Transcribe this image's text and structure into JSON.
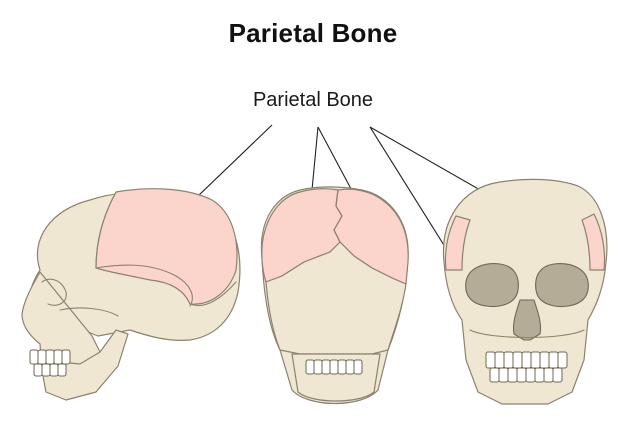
{
  "header": {
    "title": "Parietal Bone"
  },
  "diagram": {
    "label": "Parietal Bone",
    "views": [
      {
        "id": "lateral",
        "name": "skull-lateral-view"
      },
      {
        "id": "posterior",
        "name": "skull-posterior-view"
      },
      {
        "id": "anterior",
        "name": "skull-anterior-view"
      }
    ],
    "colors": {
      "bone": "#efe7d2",
      "parietal_highlight": "#fbd5cc",
      "outline": "#8b8270",
      "cavity": "#b5ac98",
      "leader_line": "#222222"
    }
  }
}
